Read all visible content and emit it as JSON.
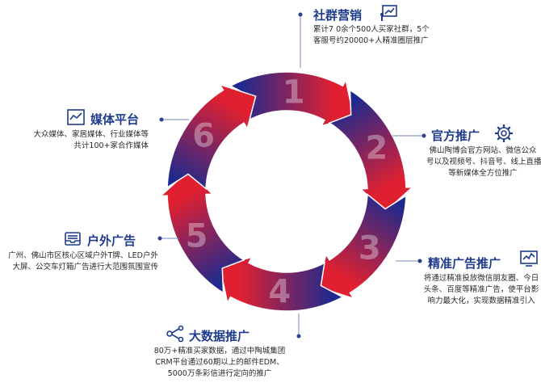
{
  "colors": {
    "blue": "#1c2a8f",
    "red": "#e02031",
    "title": "#1f3c8c",
    "text": "#2a2a2a"
  },
  "segments": [
    "1",
    "2",
    "3",
    "4",
    "5",
    "6"
  ],
  "nodes": {
    "social": {
      "title": "社群营销",
      "icon": "presentation-chart-icon",
      "desc": [
        "累计7 0余个500人买家社群，5个",
        "客服号约20000+人精准圈层推广"
      ]
    },
    "official": {
      "title": "官方推广",
      "icon": "gear-icon",
      "desc": [
        "佛山陶博会官方网站、微信公众",
        "号以及视频号、抖音号、线上直播",
        "等新媒体全方位推广"
      ]
    },
    "precise": {
      "title": "精准广告推广",
      "icon": "line-chart-monitor-icon",
      "desc": [
        "将通过精准投放微信朋友圈、今日",
        "头条、百度等精准广告，使平台影",
        "响力最大化，实现数据精准引入"
      ]
    },
    "bigdata": {
      "title": "大数据推广",
      "icon": "share-network-icon",
      "desc": [
        "80万+精准买家数据，通过中陶城集团",
        "CRM平台通过60期以上的邮件EDM、",
        "5000万条彩信进行定向的推广"
      ]
    },
    "outdoor": {
      "title": "户外广告",
      "icon": "inbox-tray-icon",
      "desc": [
        "广州、佛山市区核心区域户外T牌、LED户外",
        "大屏、公交车灯箱广告进行大范围氛围宣传"
      ]
    },
    "media": {
      "title": "媒体平台",
      "icon": "trend-chart-icon",
      "desc": [
        "大众媒体、家居媒体、行业媒体等",
        "共计100+家合作媒体"
      ]
    }
  }
}
